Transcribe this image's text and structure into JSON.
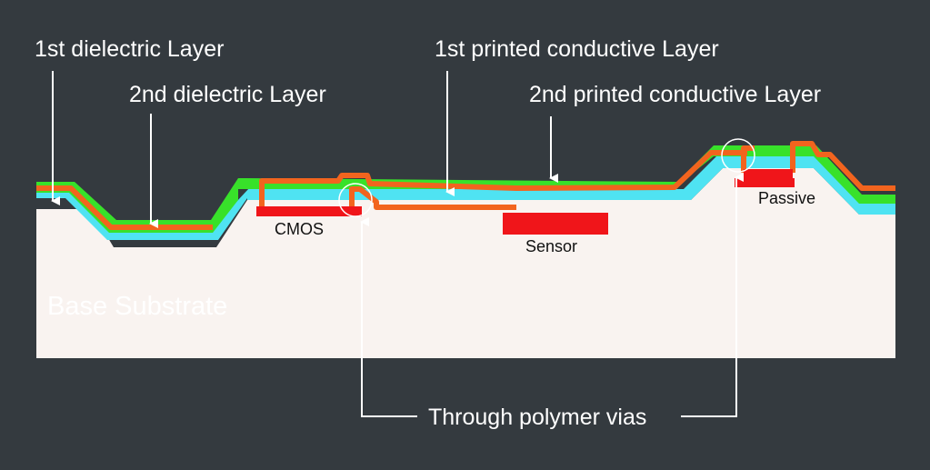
{
  "labels": {
    "first_dielectric": "1st dielectric Layer",
    "second_dielectric": "2nd dielectric Layer",
    "first_conductive": "1st printed conductive Layer",
    "second_conductive": "2nd printed conductive Layer",
    "vias": "Through polymer vias",
    "base_substrate": "Base Substrate"
  },
  "components": {
    "cmos": "CMOS",
    "sensor": "Sensor",
    "passive": "Passive"
  },
  "colors": {
    "background": "#343a3f",
    "substrate": "#f9f3f0",
    "dielectric_1": "#4fe3f2",
    "dielectric_2": "#38e12a",
    "conductive": "#f2641e",
    "chip": "#f0151a",
    "annotation": "#ffffff"
  }
}
